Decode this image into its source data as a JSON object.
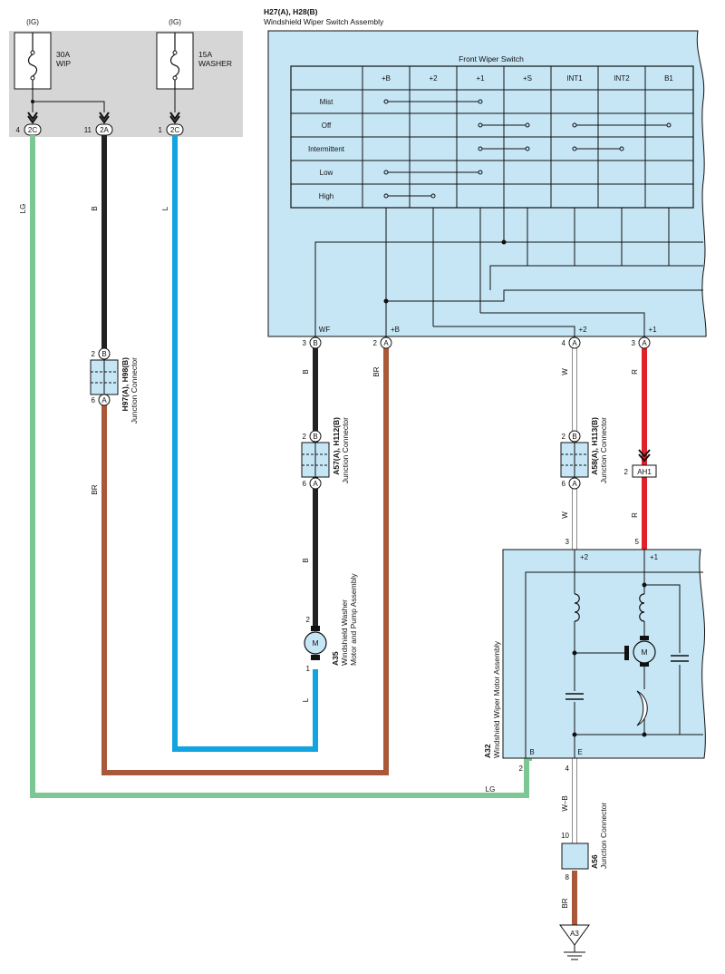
{
  "fuse_block": {
    "fuses": [
      {
        "supply": "(IG)",
        "rating": "30A",
        "name": "WIP",
        "connector": "2C",
        "pin": "4"
      },
      {
        "supply": "(IG)",
        "rating": "15A",
        "name": "WASHER",
        "connector": "2C",
        "pin": "1"
      }
    ],
    "junction_connector": "2A",
    "junction_pin": "11"
  },
  "switch_assembly": {
    "ref": "H27(A), H28(B)",
    "title": "Windshield Wiper Switch Assembly",
    "table_title": "Front Wiper Switch",
    "columns": [
      "+B",
      "+2",
      "+1",
      "+S",
      "INT1",
      "INT2",
      "B1"
    ],
    "rows": [
      "Mist",
      "Off",
      "Intermittent",
      "Low",
      "High"
    ],
    "terminals": [
      {
        "label": "WF",
        "pin": "3",
        "conn": "B"
      },
      {
        "label": "+B",
        "pin": "2",
        "conn": "A"
      },
      {
        "label": "+2",
        "pin": "4",
        "conn": "A"
      },
      {
        "label": "+1",
        "pin": "3",
        "conn": "A"
      }
    ]
  },
  "wire_colors": {
    "lg_label": "LG",
    "b_label": "B",
    "l_label": "L",
    "br_label": "BR",
    "w_label": "W",
    "r_label": "R",
    "wb_label": "W–B",
    "lg": "#7cc794",
    "black": "#222222",
    "blue": "#12a3e1",
    "brown": "#a9593a",
    "red": "#e2202b",
    "white_wire": "#8c8c8c"
  },
  "junction_connectors": [
    {
      "ref": "H97(A), H98(B)",
      "name": "Junction Connector",
      "pin_top": "2",
      "conn_top": "B",
      "pin_bottom": "6",
      "conn_bottom": "A"
    },
    {
      "ref": "A57(A), H112(B)",
      "name": "Junction Connector",
      "pin_top": "2",
      "conn_top": "B",
      "pin_bottom": "6",
      "conn_bottom": "A"
    },
    {
      "ref": "A58(A), H113(B)",
      "name": "Junction Connector",
      "pin_top": "2",
      "conn_top": "B",
      "pin_bottom": "6",
      "conn_bottom": "A"
    },
    {
      "ref": "A56",
      "name": "Junction Connector",
      "pin_top": "10",
      "pin_bottom": "8"
    }
  ],
  "connector_ah1": {
    "label": "AH1",
    "pin": "2"
  },
  "washer_motor": {
    "ref": "A35",
    "name_line1": "Windshield Washer",
    "name_line2": "Motor and Pump Assembly",
    "symbol": "M",
    "pin_top": "2",
    "pin_bottom": "1"
  },
  "wiper_motor": {
    "ref": "A32",
    "name": "Windshield Wiper Motor Assembly",
    "symbol": "M",
    "terminals": [
      {
        "label": "+2",
        "pin": "3"
      },
      {
        "label": "+1",
        "pin": "5"
      },
      {
        "label": "B",
        "pin": "2"
      },
      {
        "label": "E",
        "pin": "4"
      }
    ]
  },
  "ground": {
    "label": "A3"
  }
}
